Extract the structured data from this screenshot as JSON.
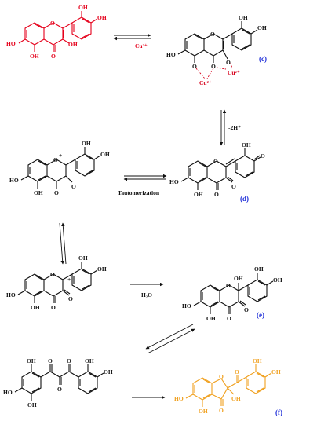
{
  "colors": {
    "default": "#111111",
    "quercetin": "#e5001b",
    "product": "#f0a01e",
    "label": "#1b2bd8",
    "copper_bond": "#d6001b"
  },
  "atom_labels": {
    "oh": "OH",
    "ho": "HO",
    "o": "O",
    "plus": "+",
    "oxonium": "O",
    "oxonium_charge": "+"
  },
  "copper": {
    "arrow_label": "Cu²⁺",
    "complex_ion_left": "Cu²⁺",
    "complex_ion_right": "Cu²⁺"
  },
  "conditions": {
    "deprotonation": "-2H⁺",
    "tautomerization": "Tautomerization",
    "hydration": "H₂O"
  },
  "compound_labels": {
    "c": "(c)",
    "d": "(d)",
    "e": "(e)",
    "f": "(f)"
  }
}
